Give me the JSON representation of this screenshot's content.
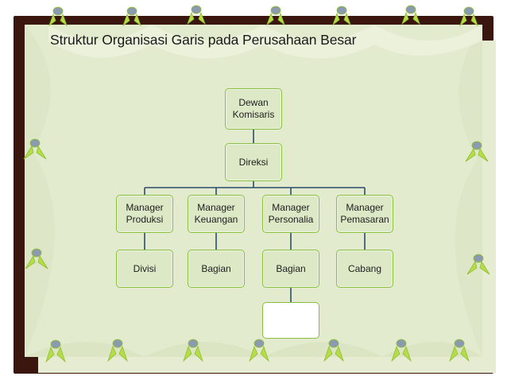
{
  "title": "Struktur Organisasi Garis pada Perusahaan Besar",
  "nodes": {
    "dewan_komisaris": "Dewan\nKomisaris",
    "direksi": "Direksi",
    "manager_produksi": "Manager\nProduksi",
    "manager_keuangan": "Manager\nKeuangan",
    "manager_personalia": "Manager\nPersonalia",
    "manager_pemasaran": "Manager\nPemasaran",
    "divisi": "Divisi",
    "bagian_keuangan": "Bagian",
    "bagian_personalia": "Bagian",
    "cabang": "Cabang",
    "empty_box": ""
  },
  "colors": {
    "frame": "#3a160f",
    "cloth": "#e5ecd2",
    "box_fill": "#dde9c6",
    "box_border": "#8bbf3e",
    "connector": "#2c4d6b",
    "ribbon": "#b5dd4a"
  }
}
